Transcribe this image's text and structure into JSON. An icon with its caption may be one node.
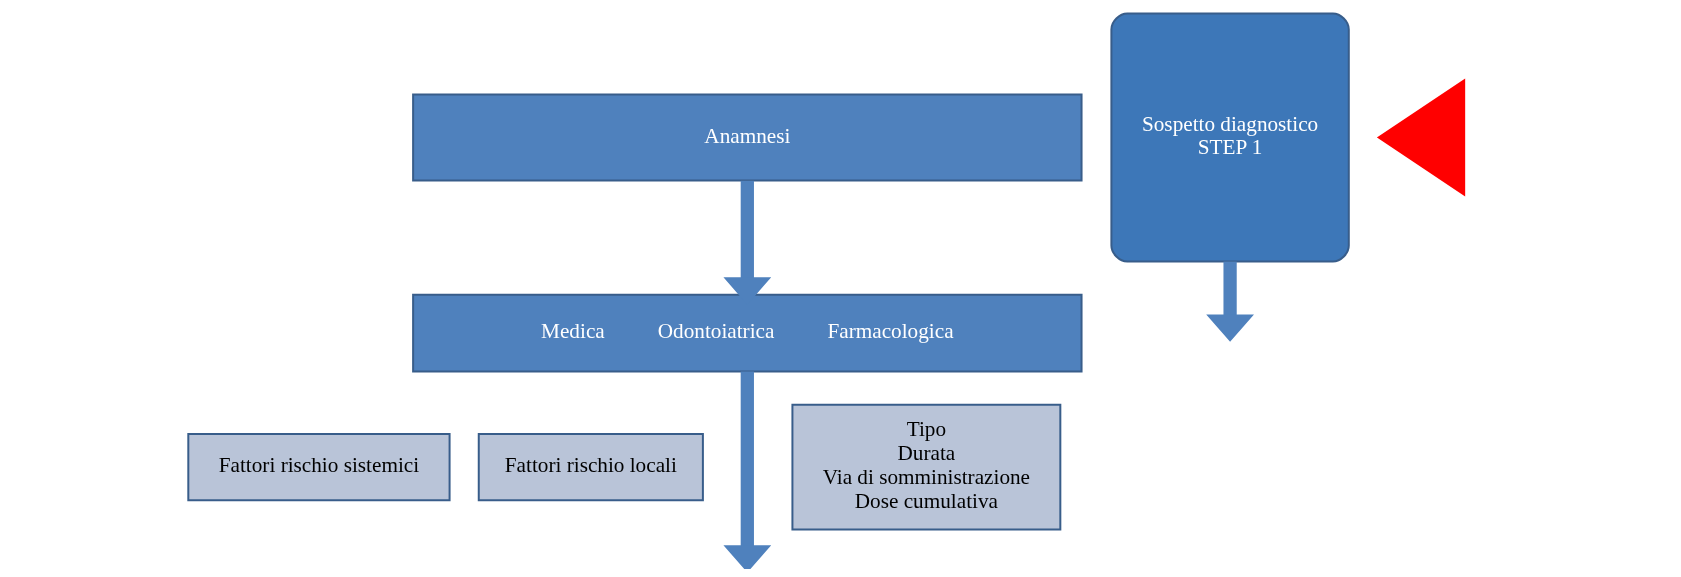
{
  "diagram": {
    "nodes": [
      {
        "text": [
          "Anamnesi"
        ]
      },
      {
        "text": [
          "Medica",
          "Odontoiatrica",
          "Farmacologica"
        ]
      },
      {
        "text": [
          "Fattori rischio sistemici"
        ]
      },
      {
        "text": [
          "Fattori rischio locali"
        ]
      },
      {
        "text": [
          "Tipo",
          "Durata",
          "Via di somministrazione",
          "Dose cumulativa"
        ]
      },
      {
        "text": [
          "Sospetto diagnostico",
          "STEP 1"
        ]
      },
      {
        "text": [],
        "shape": "triangle"
      }
    ],
    "edges": [
      {
        "from": 0,
        "to": 1,
        "arrow": "to"
      },
      {
        "from": 1,
        "to": null,
        "arrow": "to"
      },
      {
        "from": 5,
        "to": null,
        "arrow": "to"
      }
    ]
  }
}
